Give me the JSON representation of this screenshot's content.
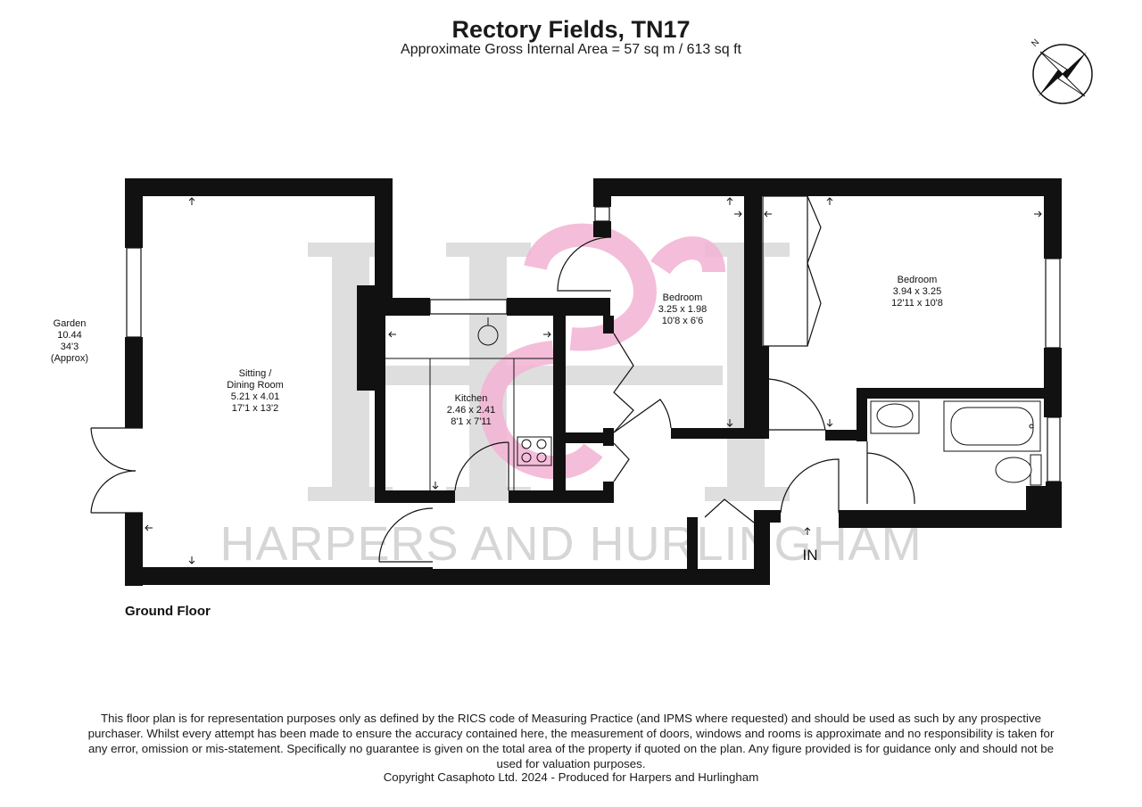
{
  "header": {
    "title": "Rectory Fields, TN17",
    "subtitle": "Approximate Gross Internal Area = 57 sq m / 613 sq ft"
  },
  "compass": {
    "north_label": "N",
    "icon": "compass-rose-icon"
  },
  "watermark": {
    "text": "HARPERS AND HURLINGHAM",
    "monogram": "HH"
  },
  "rooms": {
    "sitting": {
      "name": "Sitting /\nDining Room",
      "metric": "5.21 x 4.01",
      "imperial": "17'1 x 13'2"
    },
    "kitchen": {
      "name": "Kitchen",
      "metric": "2.46 x 2.41",
      "imperial": "8'1 x 7'11"
    },
    "bedroom1": {
      "name": "Bedroom",
      "metric": "3.25 x 1.98",
      "imperial": "10'8 x 6'6"
    },
    "bedroom2": {
      "name": "Bedroom",
      "metric": "3.94 x 3.25",
      "imperial": "12'11 x 10'8"
    },
    "garden": {
      "name": "Garden",
      "metric": "10.44",
      "imperial": "34'3",
      "note": "(Approx)"
    }
  },
  "entrance_label": "IN",
  "floor_label": "Ground Floor",
  "colors": {
    "wall": "#111111",
    "watermark_gray": "#dcdcdc",
    "watermark_pink": "#f3b6d6"
  },
  "footer": {
    "disclaimer": "This floor plan is for representation purposes only as defined by the RICS code of Measuring Practice (and IPMS where requested) and should be used as such by any prospective purchaser. Whilst every attempt has been made to ensure the accuracy contained here, the measurement of doors, windows and rooms is approximate and no responsibility is taken for any error, omission or mis-statement. Specifically no guarantee is given on the total area of the property if quoted on the plan. Any figure provided is for guidance only and should not be used for valuation purposes.",
    "copyright": "Copyright Casaphoto Ltd. 2024 - Produced for Harpers and Hurlingham"
  }
}
